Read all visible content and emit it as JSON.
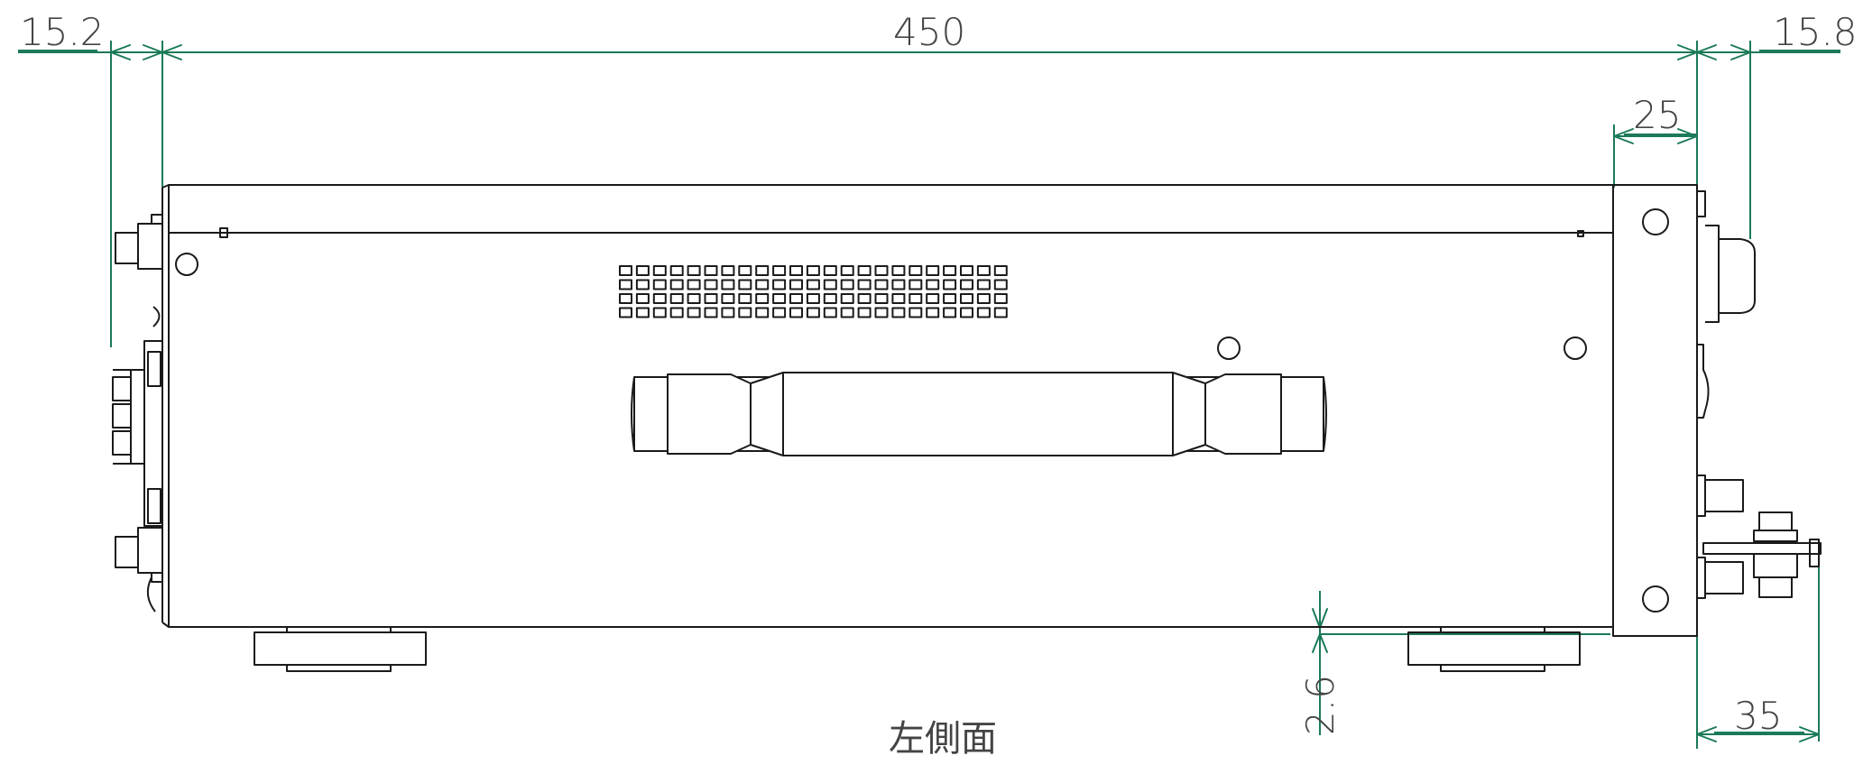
{
  "dimensions": {
    "left_panel_offset": "15.2",
    "body_width": "450",
    "right_knob_offset": "15.8",
    "front_panel_depth": "25",
    "foot_clearance": "2.6",
    "rear_terminal_depth": "35"
  },
  "view_label": "左側面",
  "colors": {
    "dimension_lines": "#1b7a57",
    "outline": "#1a1a1a",
    "text": "#444444"
  }
}
